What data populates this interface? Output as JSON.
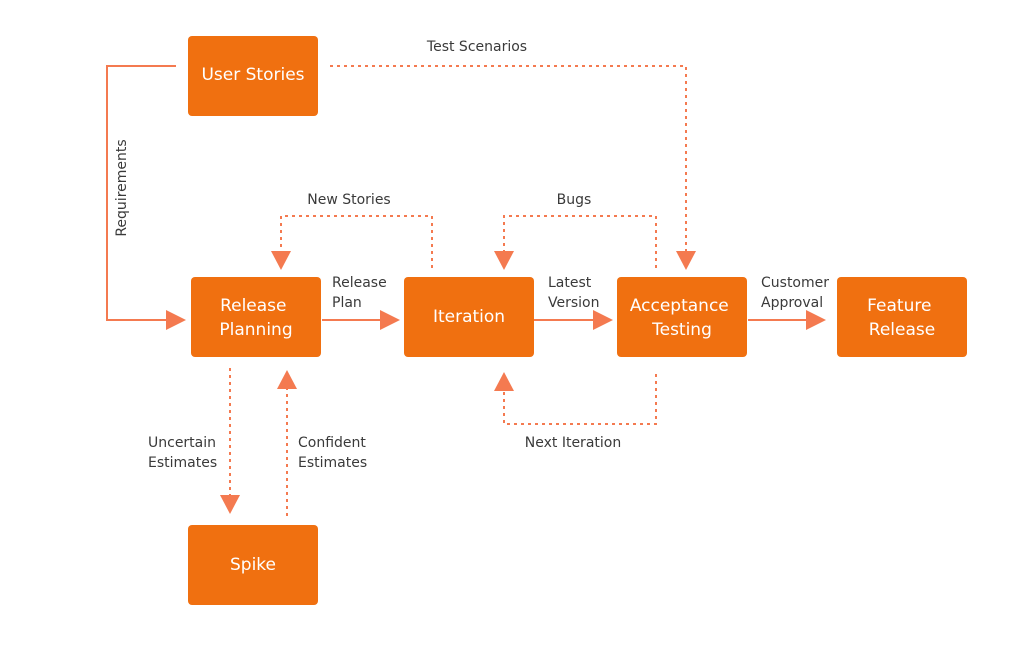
{
  "colors": {
    "node_fill": "#f07010",
    "node_text": "#ffffff",
    "connector": "#f47a50",
    "label_text": "#3a3a3a",
    "background": "#ffffff"
  },
  "nodes": {
    "user_stories": [
      "User Stories"
    ],
    "release_planning": [
      "Release",
      "Planning"
    ],
    "iteration": [
      "Iteration"
    ],
    "acceptance_testing": [
      "Acceptance",
      "Testing"
    ],
    "feature_release": [
      "Feature",
      "Release"
    ],
    "spike": [
      "Spike"
    ]
  },
  "edge_labels": {
    "test_scenarios": [
      "Test Scenarios"
    ],
    "requirements": [
      "Requirements"
    ],
    "new_stories": [
      "New Stories"
    ],
    "bugs": [
      "Bugs"
    ],
    "release_plan": [
      "Release",
      "Plan"
    ],
    "latest_version": [
      "Latest",
      "Version"
    ],
    "customer_approval": [
      "Customer",
      "Approval"
    ],
    "next_iteration": [
      "Next Iteration"
    ],
    "uncertain_estimates": [
      "Uncertain",
      "Estimates"
    ],
    "confident_estimates": [
      "Confident",
      "Estimates"
    ]
  }
}
